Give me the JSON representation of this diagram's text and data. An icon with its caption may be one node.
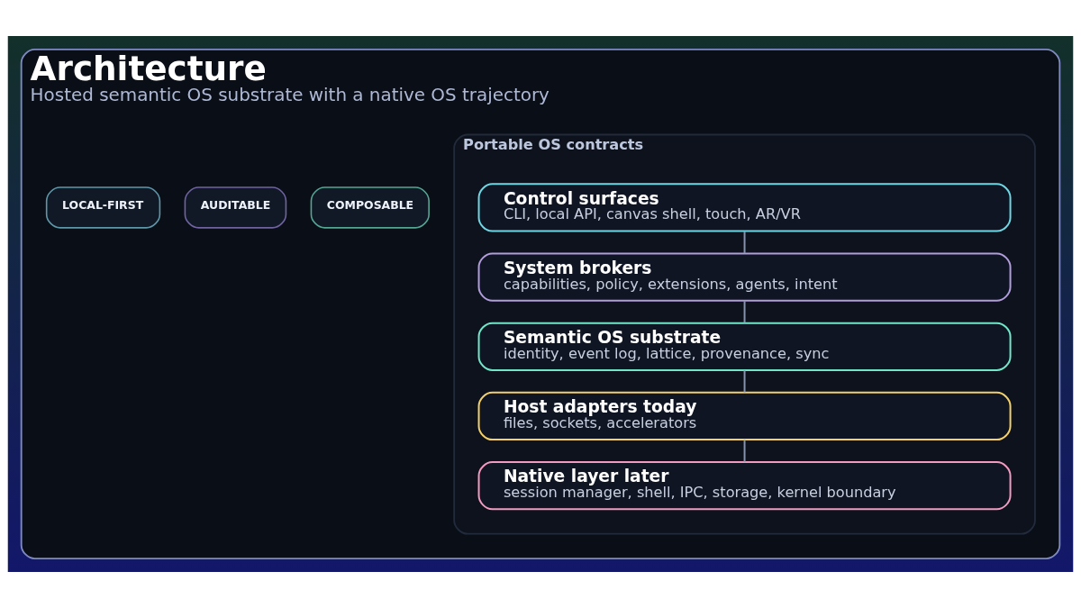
{
  "diagram": {
    "nodes": [
      {
        "text": [
          "Architecture",
          "Hosted semantic OS substrate with a native OS trajectory"
        ]
      },
      {
        "text": [
          "LOCAL-FIRST"
        ],
        "in": 0
      },
      {
        "text": [
          "AUDITABLE"
        ],
        "in": 0
      },
      {
        "text": [
          "COMPOSABLE"
        ],
        "in": 0
      },
      {
        "text": [
          "Portable OS contracts"
        ],
        "in": 0
      },
      {
        "text": [
          "Control surfaces",
          "CLI, local API, canvas shell, touch, AR/VR"
        ],
        "in": 4
      },
      {
        "text": [
          "System brokers",
          "capabilities, policy, extensions, agents, intent"
        ],
        "in": 4
      },
      {
        "text": [
          "Semantic OS substrate",
          "identity, event log, lattice, provenance, sync"
        ],
        "in": 4
      },
      {
        "text": [
          "Host adapters today",
          "files, sockets, accelerators"
        ],
        "in": 4
      },
      {
        "text": [
          "Native layer later",
          "session manager, shell, IPC, storage, kernel boundary"
        ],
        "in": 4
      }
    ],
    "edges": [
      {
        "from": 5,
        "to": 6,
        "arrow": "none"
      },
      {
        "from": 6,
        "to": 7,
        "arrow": "none"
      },
      {
        "from": 7,
        "to": 8,
        "arrow": "none"
      },
      {
        "from": 8,
        "to": 9,
        "arrow": "none"
      }
    ]
  }
}
